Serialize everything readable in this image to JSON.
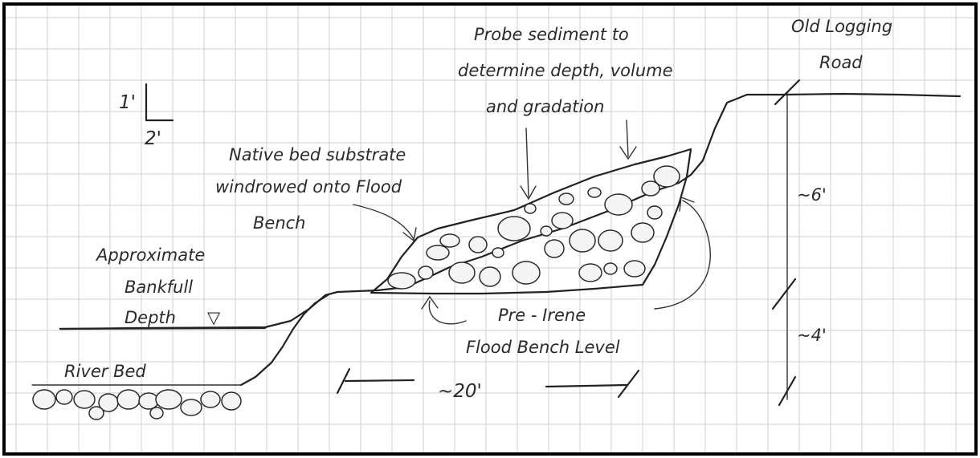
{
  "scale": {
    "vertical": "1'",
    "horizontal": "2'"
  },
  "labels": {
    "probe": [
      "Probe sediment to",
      "determine depth, volume",
      "and gradation"
    ],
    "road": [
      "Old Logging",
      "Road"
    ],
    "native": [
      "Native bed substrate",
      "windrowed onto Flood",
      "Bench"
    ],
    "bankfull": [
      "Approximate",
      "Bankfull",
      "Depth"
    ],
    "bankfull_symbol": "▽",
    "pre_irene": [
      "Pre - Irene",
      "Flood Bench Level"
    ],
    "river_bed": "River Bed"
  },
  "dimensions": {
    "upper_height": "~6'",
    "lower_height": "~4'",
    "bench_width": "~20'"
  },
  "colors": {
    "ink": "#222222",
    "grid": "#cfcfcf",
    "frame": "#000000"
  }
}
